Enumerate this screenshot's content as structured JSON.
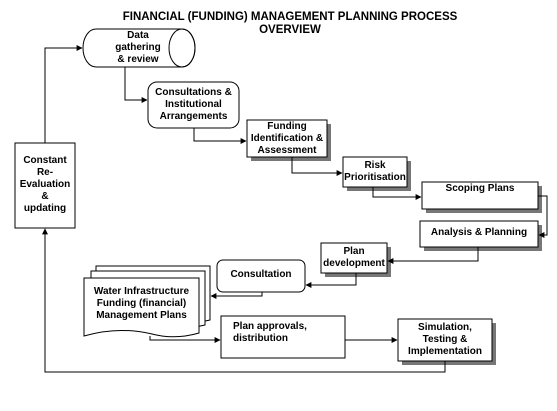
{
  "diagram": {
    "title_line1": "FINANCIAL (FUNDING) MANAGEMENT PLANNING PROCESS",
    "title_line2": "OVERVIEW",
    "nodes": {
      "data_gathering": [
        "Data",
        "gathering",
        "& review"
      ],
      "consultations_institutional": [
        "Consultations &",
        "Institutional",
        "Arrangements"
      ],
      "funding_identification": [
        "Funding",
        "Identification &",
        "Assessment"
      ],
      "risk_prioritisation": [
        "Risk",
        "Prioritisation"
      ],
      "scoping_plans": [
        "Scoping Plans"
      ],
      "analysis_planning": [
        "Analysis & Planning"
      ],
      "plan_development": [
        "Plan",
        "development"
      ],
      "consultation": [
        "Consultation"
      ],
      "water_infrastructure_plans": [
        "Water Infrastructure",
        "Funding (financial)",
        "Management Plans"
      ],
      "plan_approvals": [
        "Plan approvals,",
        "distribution"
      ],
      "simulation_testing": [
        "Simulation,",
        "Testing &",
        "Implementation"
      ],
      "constant_reevaluation": [
        "Constant",
        "Re-",
        "Evaluation",
        "&",
        "updating"
      ]
    }
  }
}
